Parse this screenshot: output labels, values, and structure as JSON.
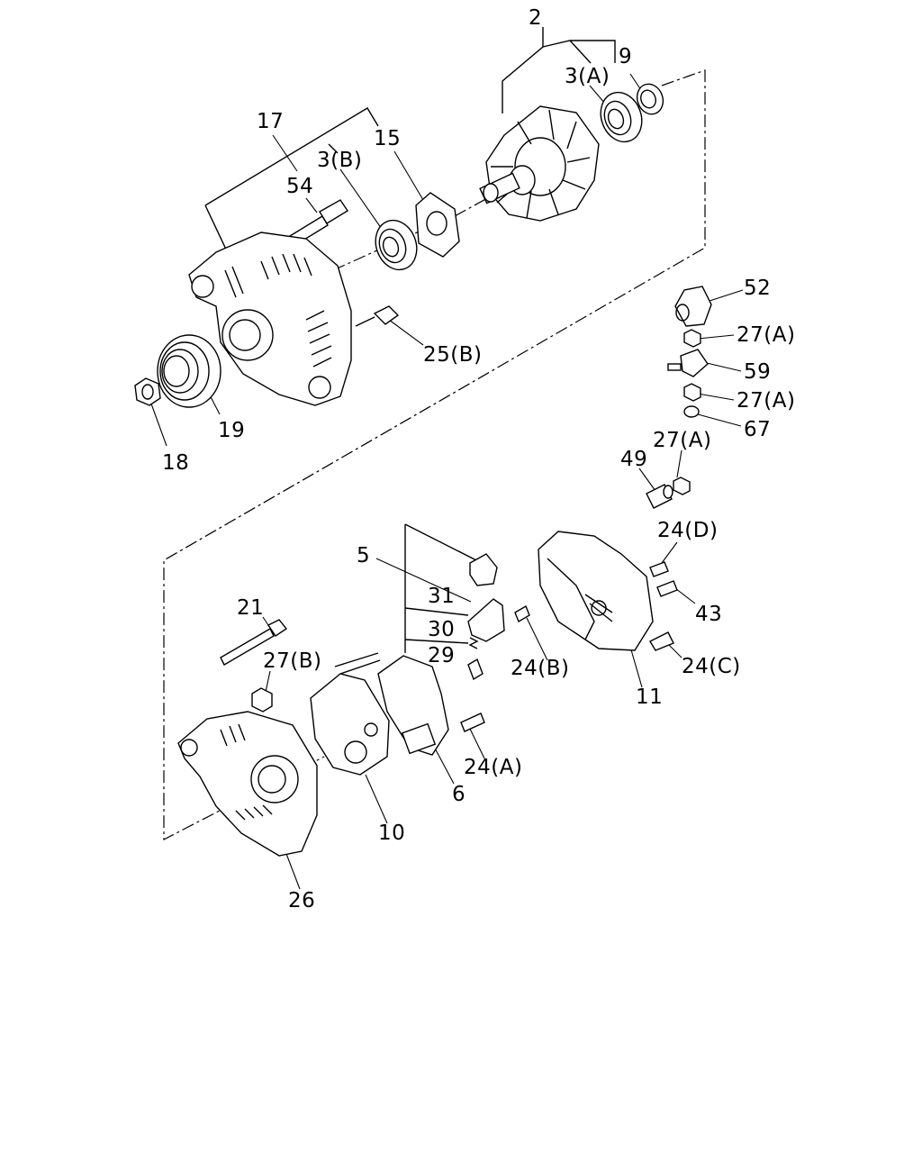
{
  "diagram": {
    "callouts": {
      "c2": "2",
      "c3a": "3(A)",
      "c9": "9",
      "c17": "17",
      "c15": "15",
      "c3b": "3(B)",
      "c54": "54",
      "c52": "52",
      "c27a_1": "27(A)",
      "c59": "59",
      "c27a_2": "27(A)",
      "c67": "67",
      "c25b": "25(B)",
      "c19": "19",
      "c18": "18",
      "c27a_3": "27(A)",
      "c49": "49",
      "c24d": "24(D)",
      "c5": "5",
      "c31": "31",
      "c43": "43",
      "c21": "21",
      "c30": "30",
      "c24b": "24(B)",
      "c24c": "24(C)",
      "c29": "29",
      "c27b": "27(B)",
      "c11": "11",
      "c24a": "24(A)",
      "c6": "6",
      "c10": "10",
      "c26": "26"
    }
  }
}
